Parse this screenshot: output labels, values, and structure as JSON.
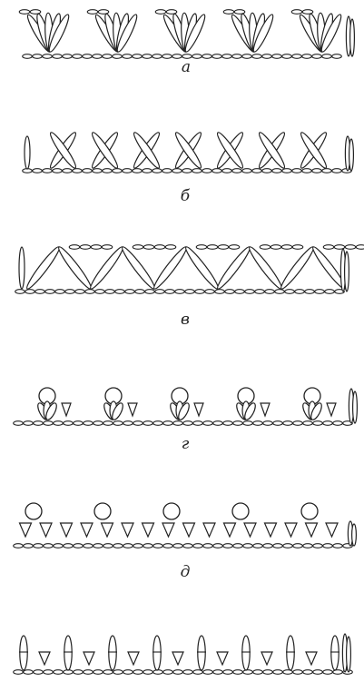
{
  "figure": {
    "rows": [
      {
        "id": "a",
        "label": "а",
        "pattern": "fans-of-long-stitches",
        "motif_count": 5
      },
      {
        "id": "b",
        "label": "б",
        "pattern": "crossed-stitches",
        "motif_count": 7
      },
      {
        "id": "v",
        "label": "в",
        "pattern": "zigzag-long-stitches",
        "motif_count": 5
      },
      {
        "id": "g",
        "label": "г",
        "pattern": "cluster-picots-with-triangles",
        "motif_count": 5
      },
      {
        "id": "d",
        "label": "д",
        "pattern": "circles-over-triangle-row",
        "motif_count": 5
      },
      {
        "id": "e",
        "label": "",
        "pattern": "posts-and-triangles",
        "motif_count": 8
      }
    ]
  }
}
